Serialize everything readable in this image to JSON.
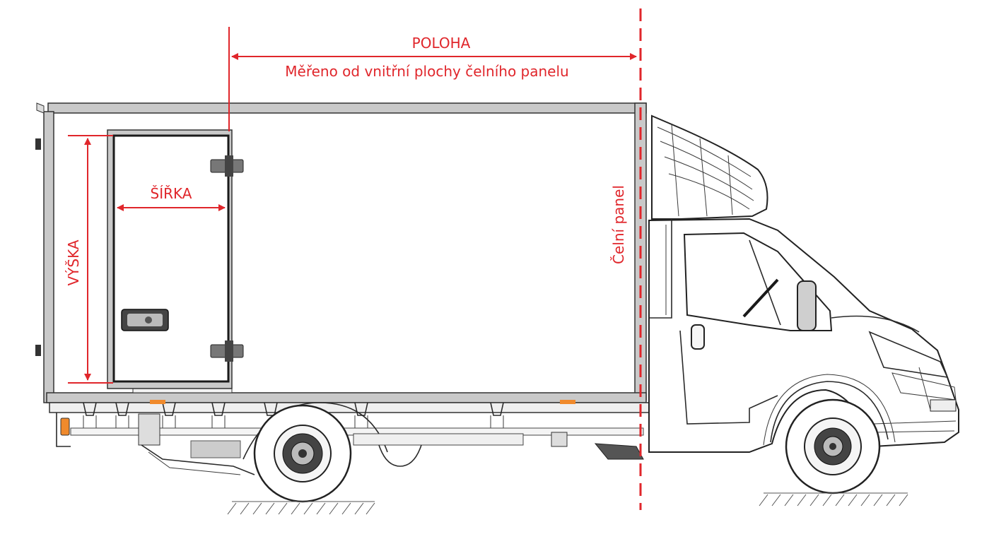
{
  "labels": {
    "poloha": "POLOHA",
    "measured_from": "Měřeno od vnitřní plochy čelního panelu",
    "sirka": "ŠÍŘKA",
    "vyska": "VÝŠKA",
    "celni_panel": "Čelní panel"
  },
  "colors": {
    "annotation": "#e0262b",
    "frame_fill": "#c9c9c9",
    "line": "#2a2a2a",
    "lamp_orange": "#f08a2c"
  }
}
